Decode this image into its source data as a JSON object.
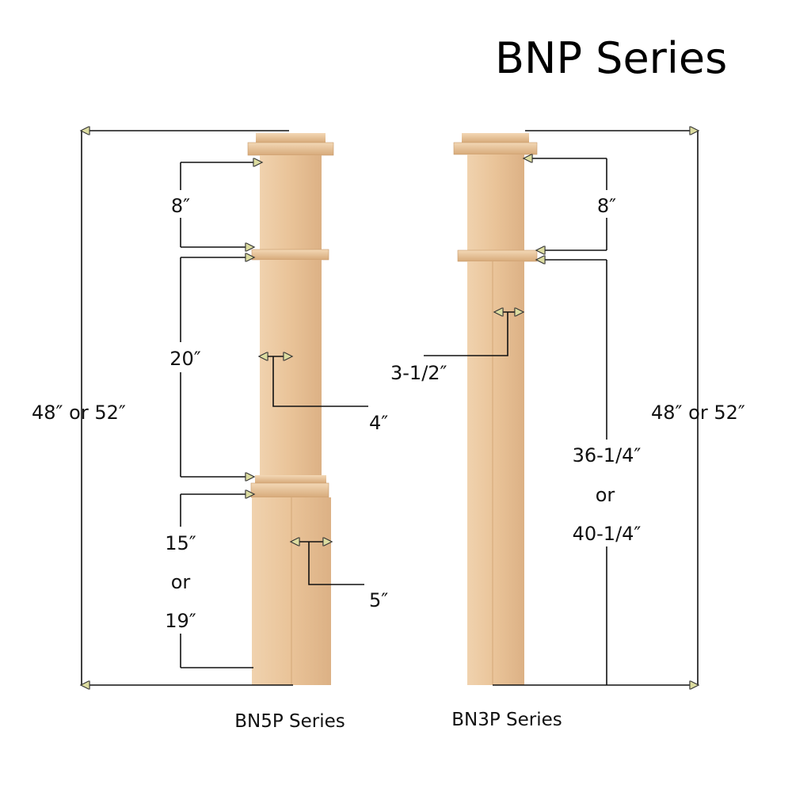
{
  "title": "BNP Series",
  "left_post": {
    "caption": "BN5P Series",
    "overall_height": "48″ or 52″",
    "top_section": "8″",
    "middle_section": "20″",
    "lower_section": [
      "15″",
      "or",
      "19″"
    ],
    "shaft_width": "4″",
    "base_width": "5″"
  },
  "right_post": {
    "caption": "BN3P Series",
    "overall_height": "48″ or 52″",
    "top_section": "8″",
    "lower_section": [
      "36-1/4″",
      "or",
      "40-1/4″"
    ],
    "shaft_width": "3-1/2″"
  },
  "colors": {
    "wood": "#e8c39a",
    "wood_dark": "#d4a777",
    "arrow": "#c8c88a"
  }
}
